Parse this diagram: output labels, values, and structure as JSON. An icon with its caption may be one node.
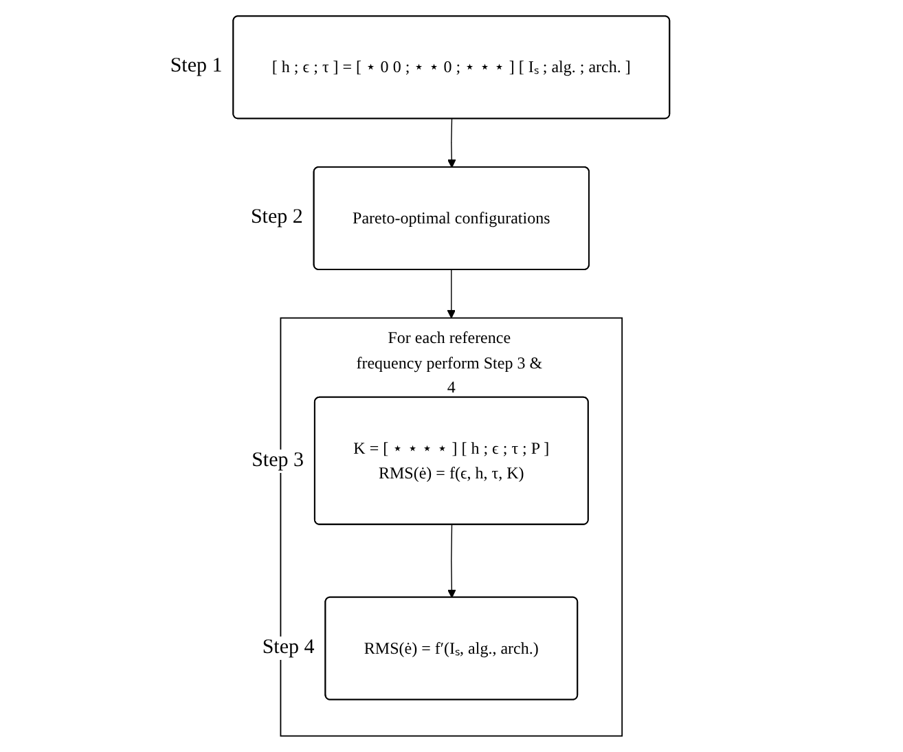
{
  "diagram": {
    "nodes": [
      {
        "text": [
          "[ h ; ϵ ; τ ] = [ ⋆ 0 0 ; ⋆ ⋆ 0 ; ⋆ ⋆ ⋆ ] [ Iₛ ; alg. ; arch. ]"
        ],
        "beside": [
          "Step 1"
        ]
      },
      {
        "text": [
          "Pareto-optimal configurations"
        ],
        "beside": [
          "Step 2"
        ]
      },
      {
        "text": [
          "For each reference frequency perform Step 3 & 4"
        ]
      },
      {
        "text": [
          "K = [ ⋆ ⋆ ⋆ ⋆ ] [ h ; ϵ ; τ ; P ]",
          "RMS(ė) = f(ϵ, h, τ, K)"
        ],
        "beside": [
          "Step 3"
        ],
        "in": 2
      },
      {
        "text": [
          "RMS(ė) = f′(Iₛ, alg., arch.)"
        ],
        "beside": [
          "Step 4"
        ],
        "in": 2
      }
    ],
    "edges": [
      {
        "from": 0,
        "to": 1,
        "arrow": "to"
      },
      {
        "from": 1,
        "to": 2,
        "arrow": "to"
      },
      {
        "from": 3,
        "to": 4,
        "arrow": "to"
      }
    ]
  }
}
